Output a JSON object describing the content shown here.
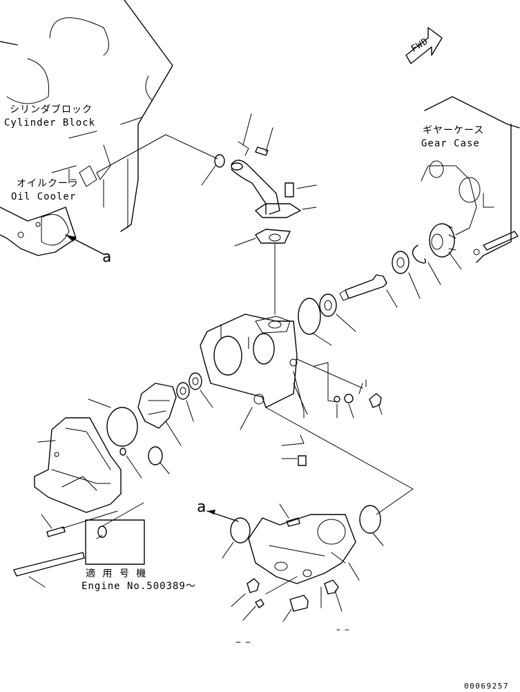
{
  "labels": {
    "cylinder_block_jp": "シリンダブロック",
    "cylinder_block_en": "Cylinder Block",
    "oil_cooler_jp": "オイルクーラ",
    "oil_cooler_en": "Oil Cooler",
    "gear_case_jp": "ギヤーケース",
    "gear_case_en": "Gear Case",
    "fwd": "FWD",
    "marker_a_1": "a",
    "marker_a_2": "a",
    "applicable_jp": "適 用 号 機",
    "engine_no": "Engine No.500389〜",
    "drawing_no": "00069257"
  }
}
